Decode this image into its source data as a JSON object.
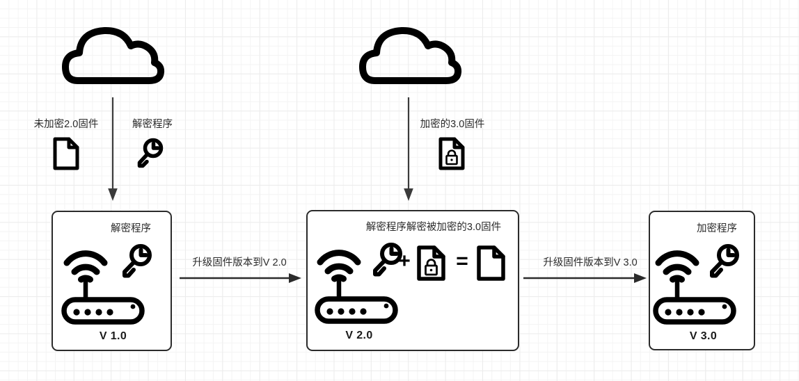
{
  "diagram": {
    "title_present": false,
    "colors": {
      "stroke": "#000000",
      "box_border": "#2b2b2b",
      "arrow": "#3b3b3b",
      "text": "#2b2b2b",
      "grid_minor": "#f4f4f4",
      "grid_major": "#ececec",
      "background": "#ffffff"
    },
    "clouds": [
      {
        "name": "cloud-left",
        "icon": "cloud-icon"
      },
      {
        "name": "cloud-right",
        "icon": "cloud-icon"
      }
    ],
    "download_arrows": [
      {
        "name": "download-arrow-left",
        "icon": "arrow-down-icon"
      },
      {
        "name": "download-arrow-right",
        "icon": "arrow-down-icon"
      }
    ],
    "assets": [
      {
        "id": "unencrypted-firmware",
        "label": "未加密2.0固件",
        "icon": "document-icon"
      },
      {
        "id": "decrypt-program-standalone",
        "label": "解密程序",
        "icon": "key-icon"
      },
      {
        "id": "encrypted-firmware",
        "label": "加密的3.0固件",
        "icon": "document-locked-icon"
      }
    ],
    "devices": [
      {
        "id": "router-v1",
        "caption": "解密程序",
        "version": "V 1.0",
        "icons": [
          "wifi-router-icon",
          "key-icon"
        ]
      },
      {
        "id": "router-v2",
        "caption": "解密程序解密被加密的3.0固件",
        "version": "V 2.0",
        "icons": [
          "wifi-router-icon",
          "key-icon",
          "document-locked-icon",
          "document-icon"
        ],
        "equation": {
          "plus": "+",
          "equals": "="
        }
      },
      {
        "id": "router-v3",
        "caption": "加密程序",
        "version": "V 3.0",
        "icons": [
          "wifi-router-icon",
          "key-icon"
        ]
      }
    ],
    "transitions": [
      {
        "id": "upgrade-to-v2",
        "label": "升级固件版本到V 2.0",
        "icon": "arrow-right-icon"
      },
      {
        "id": "upgrade-to-v3",
        "label": "升级固件版本到V 3.0",
        "icon": "arrow-right-icon"
      }
    ]
  }
}
